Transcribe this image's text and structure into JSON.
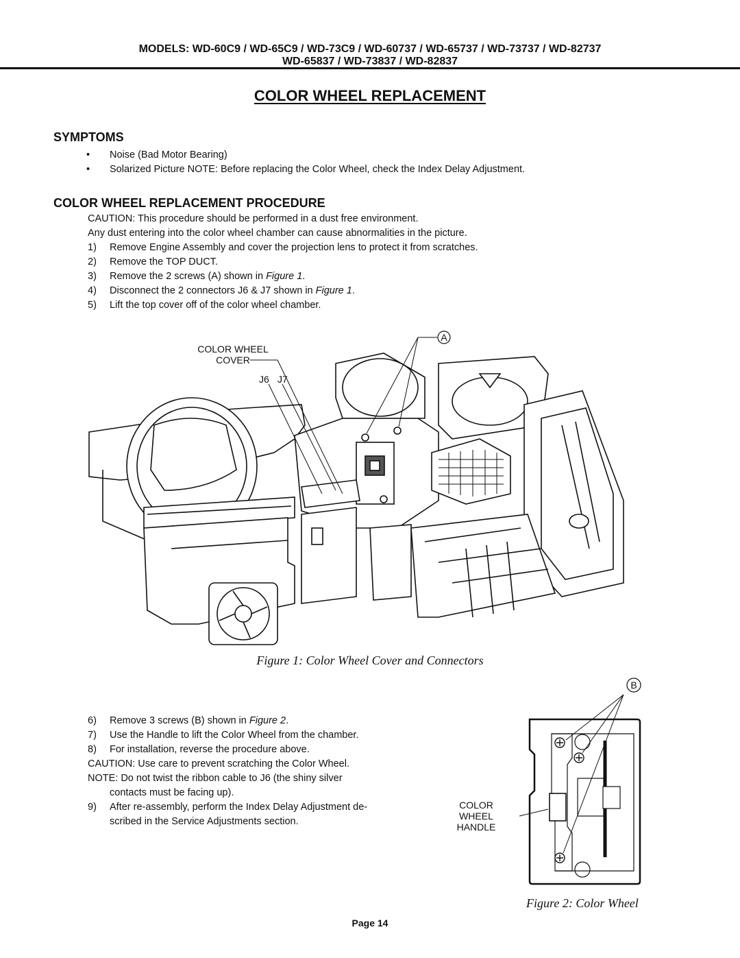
{
  "header": {
    "models_line1": "MODELS: WD-60C9 / WD-65C9 / WD-73C9 / WD-60737 / WD-65737 / WD-73737 / WD-82737",
    "models_line2": "WD-65837 / WD-73837 / WD-82837"
  },
  "title": "COLOR  WHEEL  REPLACEMENT",
  "symptoms": {
    "heading": "SYMPTOMS",
    "items": [
      "Noise (Bad Motor Bearing)",
      "Solarized Picture  NOTE:  Before replacing the Color Wheel, check the Index Delay Adjustment."
    ]
  },
  "procedure": {
    "heading": "COLOR  WHEEL  REPLACEMENT  PROCEDURE",
    "caution1": "CAUTION:  This procedure should be performed in a dust free environment.",
    "caution2": "Any dust entering into the color wheel chamber can cause abnormalities in the picture.",
    "steps": [
      {
        "num": "1)",
        "text": "Remove Engine Assembly and cover the projection lens to protect it from scratches."
      },
      {
        "num": "2)",
        "text": "Remove the TOP DUCT."
      },
      {
        "num": "3)",
        "text": "Remove the 2 screws (A) shown in ",
        "ref": "Figure 1",
        "tail": "."
      },
      {
        "num": "4)",
        "text": "Disconnect the 2 connectors J6 & J7 shown in ",
        "ref": "Figure 1",
        "tail": "."
      },
      {
        "num": "5)",
        "text": "Lift  the top cover off of the color wheel chamber."
      }
    ],
    "steps2": [
      {
        "num": "6)",
        "text": "Remove 3 screws (B) shown in ",
        "ref": "Figure 2",
        "tail": "."
      },
      {
        "num": "7)",
        "text": "Use the Handle to lift the Color Wheel from the chamber."
      },
      {
        "num": "8)",
        "text": "For installation, reverse the procedure above."
      }
    ],
    "caution3": "CAUTION:  Use care to prevent scratching the Color Wheel.",
    "note1": "NOTE:  Do not twist the ribbon cable to J6 (the shiny silver",
    "note2": "contacts must be facing up).",
    "step9_num": "9)",
    "step9_line1": "After re-assembly, perform the Index Delay Adjustment de-",
    "step9_line2": "scribed in the Service Adjustments section."
  },
  "figure1": {
    "caption": "Figure 1:  Color Wheel Cover and Connectors",
    "label_cover_1": "COLOR WHEEL",
    "label_cover_2": "COVER",
    "label_j6": "J6",
    "label_j7": "J7",
    "label_a": "A"
  },
  "figure2": {
    "caption": "Figure 2:  Color Wheel",
    "label_b": "B",
    "label_handle_1": "COLOR",
    "label_handle_2": "WHEEL",
    "label_handle_3": "HANDLE"
  },
  "page": "Page 14"
}
